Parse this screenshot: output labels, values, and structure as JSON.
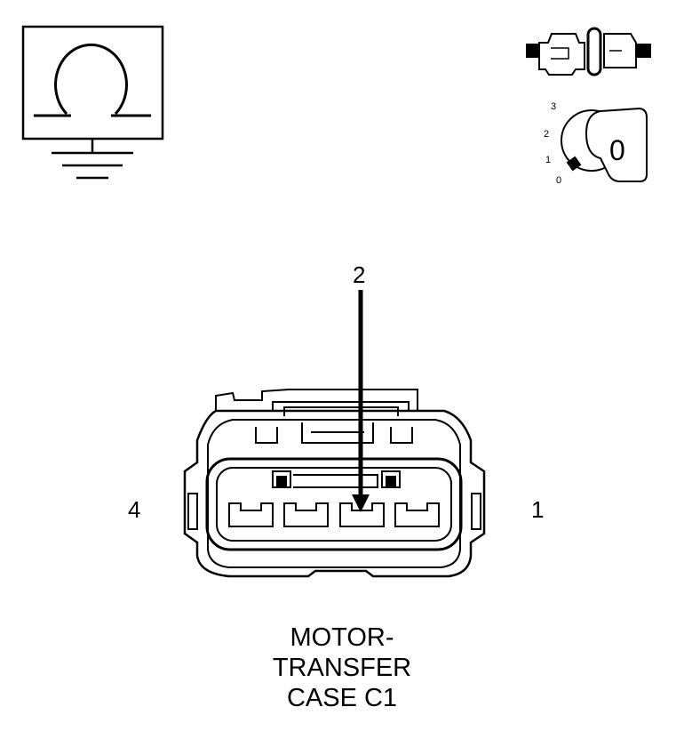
{
  "icons": {
    "meter": "ohmmeter-ground-icon",
    "disconnect": "disconnect-connector-icon",
    "ignition": "ignition-key-icon"
  },
  "ignition": {
    "positions": [
      "3",
      "2",
      "1",
      "0"
    ],
    "key_label": "0"
  },
  "connector": {
    "pin_callout": "2",
    "left_pin": "4",
    "right_pin": "1"
  },
  "caption": {
    "lines": [
      "MOTOR-",
      "TRANSFER",
      "CASE C1"
    ]
  }
}
